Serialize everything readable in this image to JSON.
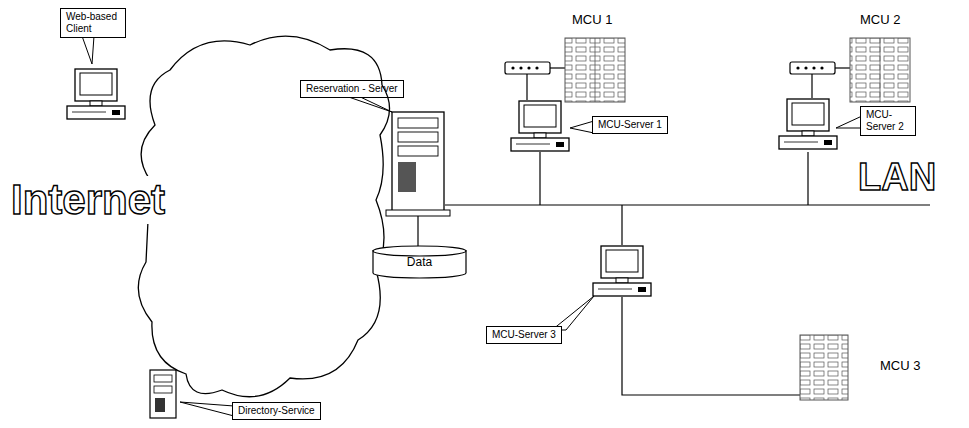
{
  "diagram": {
    "nodes": [
      {
        "text": [
          "Web-based Client"
        ]
      },
      {
        "text": [
          "Reservation - Server"
        ]
      },
      {
        "text": [
          "MCU-Server 1"
        ]
      },
      {
        "text": [
          "MCU-Server 2"
        ]
      },
      {
        "text": [
          "Internet"
        ]
      },
      {
        "text": [
          "Data"
        ]
      },
      {
        "text": [
          "MCU-Server 3"
        ]
      },
      {
        "text": [
          "Directory-Service"
        ]
      }
    ],
    "labels": [
      "MCU 1",
      "MCU 2",
      "LAN",
      "MCU 3"
    ]
  }
}
